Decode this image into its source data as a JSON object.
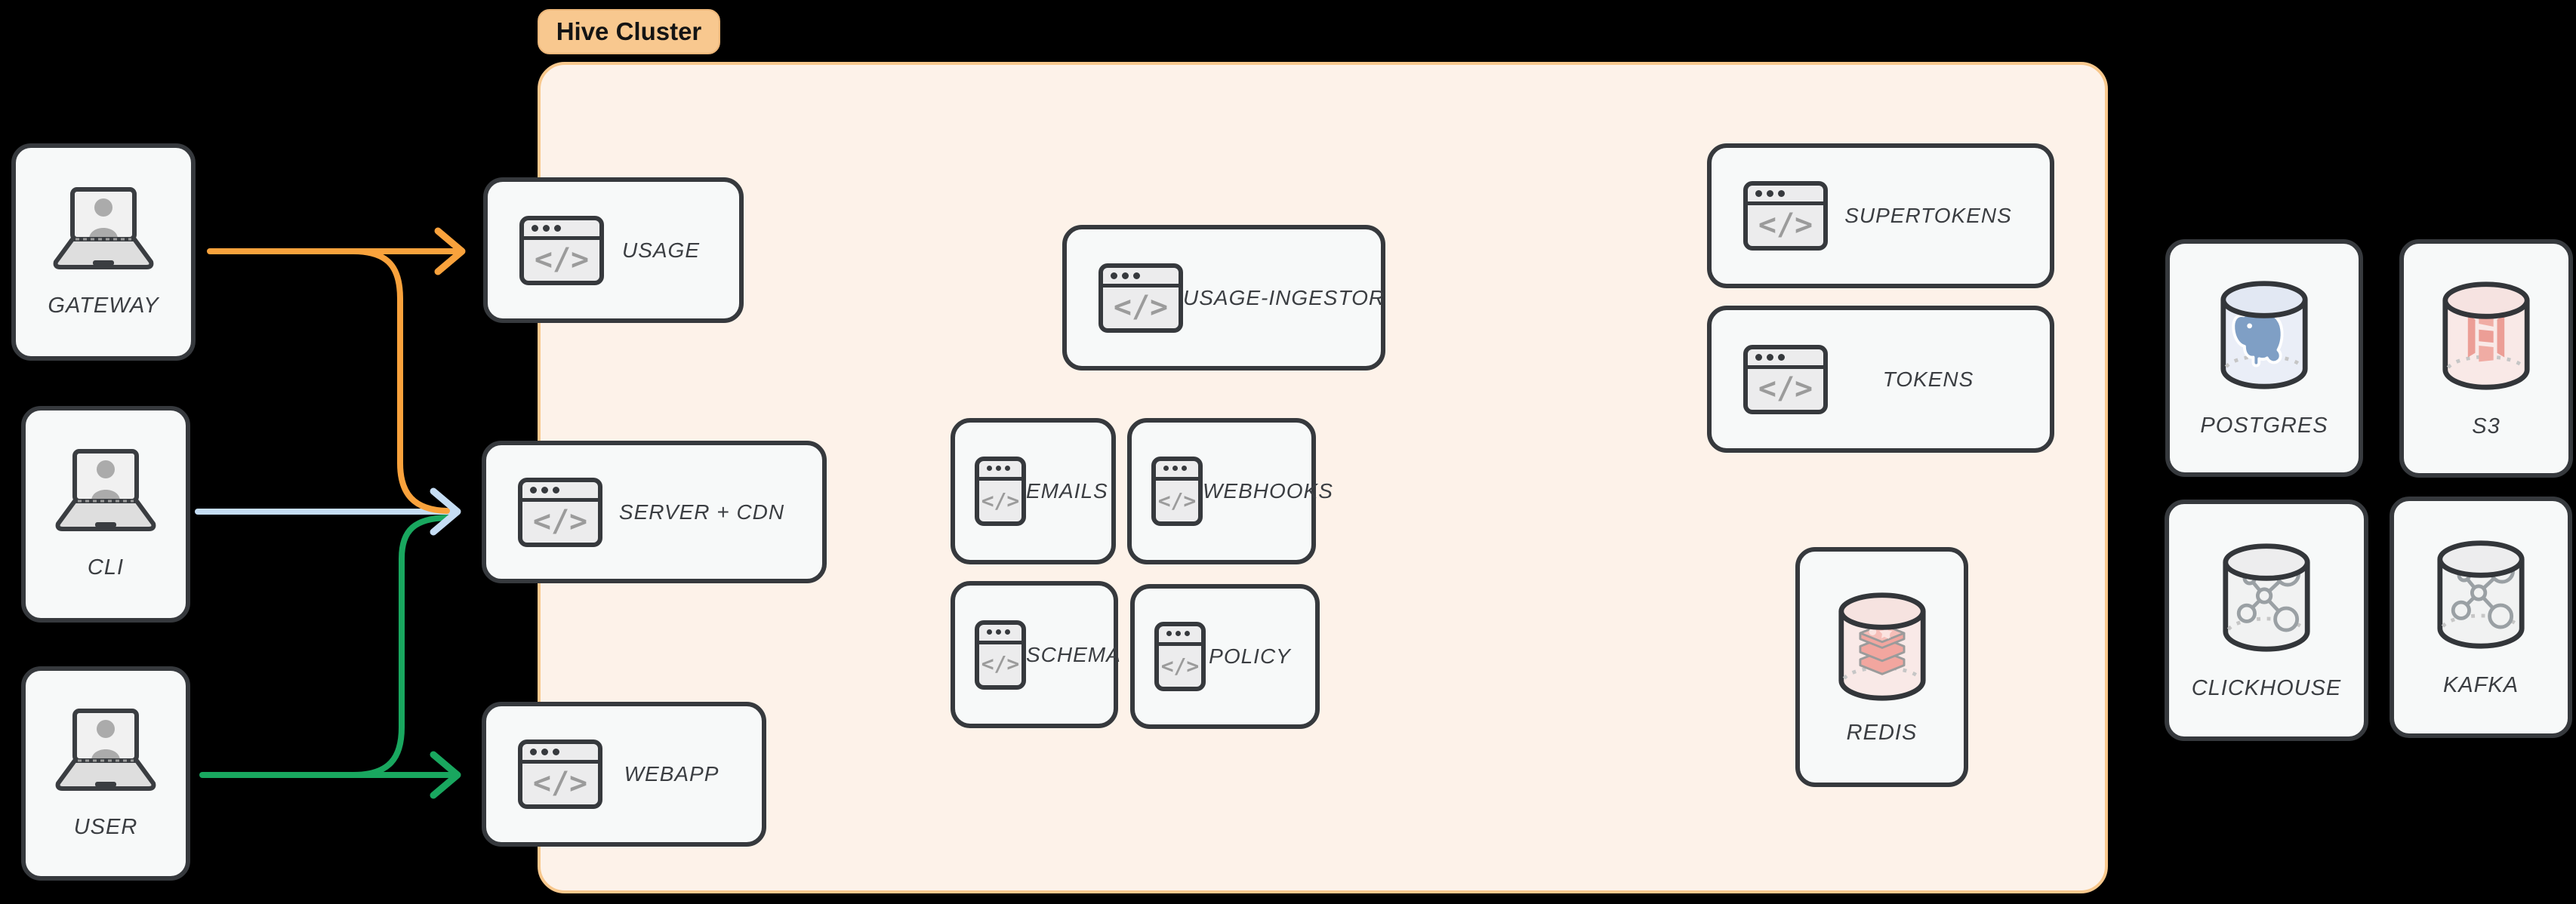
{
  "diagram": {
    "cluster_label": "Hive Cluster",
    "clients": {
      "gateway": "GATEWAY",
      "cli": "CLI",
      "user": "USER"
    },
    "services": {
      "usage": "USAGE",
      "server_cdn": "SERVER + CDN",
      "webapp": "WEBAPP",
      "usage_ingestor": "USAGE-INGESTOR",
      "emails": "EMAILS",
      "webhooks": "WEBHOOKS",
      "schema": "SCHEMA",
      "policy": "POLICY",
      "supertokens": "SUPERTOKENS",
      "tokens": "TOKENS",
      "redis": "REDIS"
    },
    "datastores": {
      "postgres": "POSTGRES",
      "s3": "S3",
      "clickhouse": "CLICKHOUSE",
      "kafka": "KAFKA"
    },
    "icons": {
      "code_glyph": "</>"
    },
    "colors": {
      "background": "#000000",
      "cluster_fill": "#fdf2e9",
      "cluster_border": "#f8c88d",
      "badge_fill": "#f8c88f",
      "node_fill": "#f7f9f9",
      "node_border": "#36393d",
      "arrow_gateway": "#f9a23c",
      "arrow_cli": "#c5ddf4",
      "arrow_user": "#19a75f"
    },
    "edges": [
      {
        "from": "GATEWAY",
        "to": "USAGE",
        "color": "#f9a23c"
      },
      {
        "from": "GATEWAY",
        "to": "SERVER + CDN",
        "color": "#f9a23c"
      },
      {
        "from": "CLI",
        "to": "SERVER + CDN",
        "color": "#c5ddf4"
      },
      {
        "from": "USER",
        "to": "SERVER + CDN",
        "color": "#19a75f"
      },
      {
        "from": "USER",
        "to": "WEBAPP",
        "color": "#19a75f"
      }
    ]
  }
}
